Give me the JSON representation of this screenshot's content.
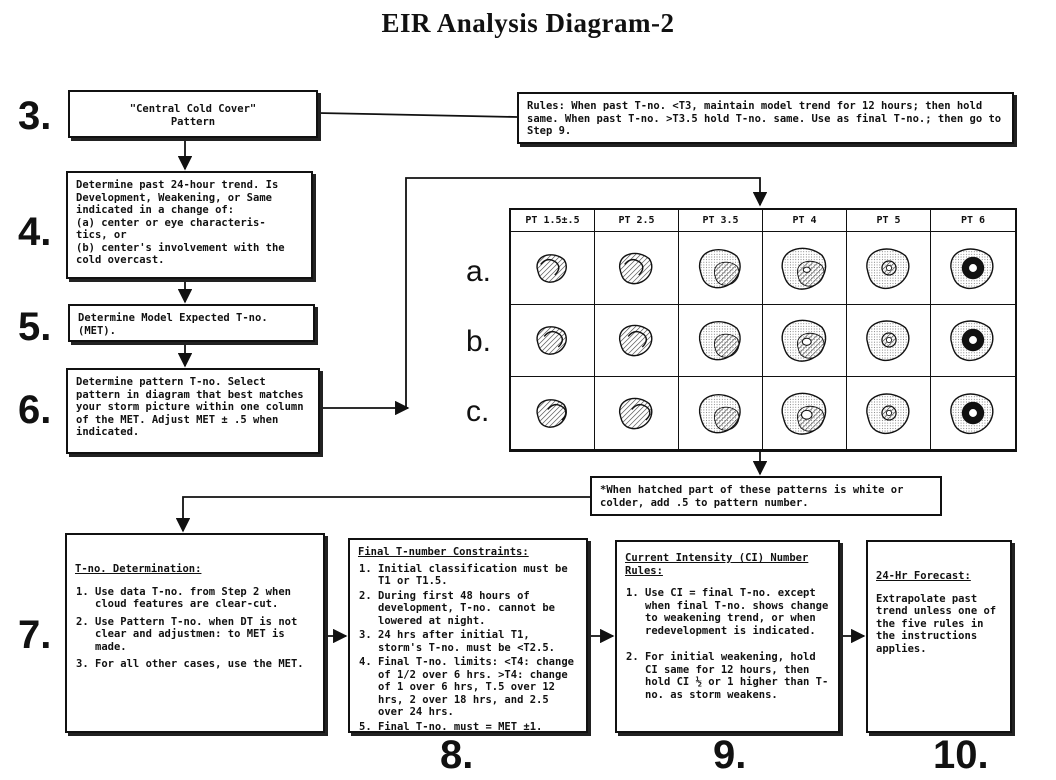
{
  "title": "EIR Analysis Diagram-2",
  "steps": {
    "s3": "3.",
    "s4": "4.",
    "s5": "5.",
    "s6": "6.",
    "s7": "7.",
    "s8": "8.",
    "s9": "9.",
    "s10": "10."
  },
  "box3": {
    "line1": "\"Central Cold Cover\"",
    "line2": "Pattern"
  },
  "rules": "Rules:  When past T-no. <T3, maintain model trend for 12 hours; then hold same.  When past T-no. >T3.5 hold T-no. same.  Use as final T-no.; then go to Step 9.",
  "box4": {
    "intro": "Determine past 24-hour trend.  Is Development, Weakening, or Same indicated in a change of:",
    "a": "(a) center or eye characteris- tics, or",
    "b": "(b) center's involvement with the cold overcast."
  },
  "box5": "Determine Model Expected T-no. (MET).",
  "box6": "Determine pattern T-no.  Select pattern in diagram that best matches your storm picture within one column of the MET.  Adjust MET ± .5 when indicated.",
  "pattern_grid": {
    "columns": [
      "PT 1.5±.5",
      "PT 2.5",
      "PT 3.5",
      "PT 4",
      "PT 5",
      "PT 6"
    ],
    "rows": [
      "a.",
      "b.",
      "c."
    ]
  },
  "note": "*When hatched part of these patterns is white or colder, add .5 to pattern number.",
  "box7": {
    "header": "T-no. Determination:",
    "items": [
      "Use data T-no. from Step 2 when cloud features are clear-cut.",
      "Use Pattern T-no. when DT is not clear and adjustmen: to MET is made.",
      "For all other cases, use the MET."
    ]
  },
  "box8": {
    "header": "Final T-number Constraints:",
    "items": [
      "Initial classification must be T1 or T1.5.",
      "During first 48 hours of development, T-no. cannot be lowered at night.",
      "24 hrs after initial T1, storm's T-no. must be <T2.5.",
      "Final T-no. limits:  <T4: change of 1/2 over 6 hrs. >T4:  change of 1 over 6 hrs, T.5 over 12 hrs, 2 over 18 hrs, and 2.5 over 24 hrs.",
      "Final T-no. must = MET ±1."
    ]
  },
  "box9": {
    "header": "Current Intensity (CI) Number Rules:",
    "items": [
      "Use CI = final T-no. except when final T-no. shows change to weakening trend, or when redevelopment is indicated.",
      "For initial weakening, hold CI same for 12 hours, then hold CI ½ or 1 higher than T-no. as storm weakens."
    ]
  },
  "box10": {
    "header": "24-Hr Forecast:",
    "body": "Extrapolate past trend unless one of the five rules in the instructions applies."
  }
}
